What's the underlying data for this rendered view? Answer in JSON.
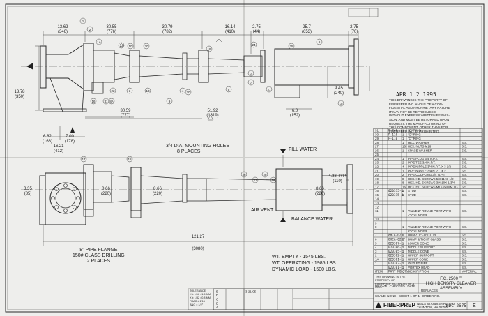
{
  "dims_top": [
    "13.62",
    "(346)",
    "30.55",
    "(776)",
    "30.79",
    "(782)",
    "16.14",
    "(410)",
    "2.75",
    "(44)",
    "25.7",
    "(653)",
    "2.75",
    "(70)"
  ],
  "dims_left": [
    "13.78",
    "(350)",
    "6.62",
    "(168)",
    "7.00",
    "(178)",
    "16.21",
    "(412)"
  ],
  "dims_mid": [
    "30.59",
    "(777)",
    "51.92",
    "(1319)",
    "6.0",
    "(152)",
    "9.45",
    "(240)"
  ],
  "dims_lower": [
    "3.35",
    "(85)",
    "8.66",
    "(220)",
    "8.66",
    "(220)",
    "8.66",
    "(220)",
    "4.33 TYP.",
    "(110)",
    "121.27",
    "(3080)"
  ],
  "labels": {
    "mounting_holes": "3/4 DIA. MOUNTING HOLES",
    "mounting_places": "8 PLACES",
    "fill_water": "FILL WATER",
    "air_vent": "AIR VENT",
    "balance_water": "BALANCE WATER",
    "flange_1": "8\" PIPE FLANGE",
    "flange_2": "150# CLASS DRILLING",
    "flange_3": "2 PLACES",
    "wt_empty": "WT. EMPTY - 1545 LBS.",
    "wt_operating": "WT. OPERATING - 1985 LBS.",
    "dynamic_load": "DYNAMIC LOAD - 1500 LBS."
  },
  "stamp": "APR 1 2 1995",
  "proprietary": [
    "THIS DRAWING IS THE PROPERTY OF",
    "FIBERPREP INC. AND IS OF A CON-",
    "FIDENTIAL AND PROPRIETARY NATURE",
    "IT MAY NOT BE REPRODUCED",
    "WITHOUT EXPRESS WRITTEN PERMIS-",
    "SION, AND MUST BE RETURNED UPON",
    "REQUEST. THE MANUFACTURING OF",
    "THIS COMPONENT, OTHER THAN FOR",
    "FIBERPREP INC. IS PROHIBITED."
  ],
  "bom": [
    [
      "31",
      "",
      "P-240",
      "1",
      "\"O\" RING",
      ""
    ],
    [
      "30",
      "",
      "P-110",
      "1",
      "\"O\" RING",
      ""
    ],
    [
      "29",
      "",
      "P-110",
      "1",
      "\"O\" RING",
      ""
    ],
    [
      "28",
      "",
      "",
      "1",
      "HEX. WASHER",
      "S.S."
    ],
    [
      "27",
      "",
      "",
      "16",
      "HEX. NUTS M16",
      "S.S."
    ],
    [
      "26",
      "",
      "",
      "1",
      "SPACE WASHER",
      "S.S."
    ],
    [
      "25",
      "",
      "",
      "",
      "",
      ""
    ],
    [
      "24",
      "",
      "",
      "1",
      "PIPE PLUG 3/4 N.P.T.",
      "S.S."
    ],
    [
      "23",
      "",
      "",
      "2",
      "PIPE TEE 3/4 N.P.T.",
      "S.S."
    ],
    [
      "22",
      "",
      "",
      "4",
      "PIPE NIPPLE 3/4 N.P.T. X 3 1/2",
      "S.S."
    ],
    [
      "21",
      "",
      "",
      "1",
      "PIPE NIPPLE 3/4 N.P.T. X 2",
      "S.S."
    ],
    [
      "20",
      "",
      "",
      "2",
      "PIPE COUPLING 3/4 N.P.T.",
      "S.S."
    ],
    [
      "19",
      "",
      "",
      "8",
      "HEX. HD. SCREWS 5/8-11X1 1/2",
      "S.S."
    ],
    [
      "18",
      "",
      "",
      "8",
      "HEX. HD. SCREWS 3/4-10X 1 3/4",
      "S.S."
    ],
    [
      "17",
      "",
      "",
      "16",
      "HEX. HD. SCREWS M16X50MM LG.",
      "S.S."
    ],
    [
      "16",
      "",
      "020315-4",
      "1",
      "STUD",
      "S.S."
    ],
    [
      "15",
      "",
      "020315-4",
      "1",
      "STUD",
      "S.S."
    ],
    [
      "14",
      "",
      "",
      "",
      "",
      ""
    ],
    [
      "13",
      "",
      "",
      "",
      "",
      ""
    ],
    [
      "12",
      "",
      "",
      "",
      "",
      ""
    ],
    [
      "11",
      "",
      "",
      "1",
      "VALVE 2\" ROUND PORT WITH",
      "S.S."
    ],
    [
      "",
      "",
      "",
      "",
      "4\" CYLINDER",
      ""
    ],
    [
      "10",
      "",
      "",
      "",
      "",
      ""
    ],
    [
      "9",
      "",
      "",
      "",
      "",
      ""
    ],
    [
      "8",
      "",
      "",
      "1",
      "VALVE 6\" ROUND PORT WITH",
      "S.S."
    ],
    [
      "",
      "",
      "",
      "",
      "6\" CYLINDER",
      ""
    ],
    [
      "7",
      "",
      "8HCA-0231",
      "1",
      "DUMP DEFLECTOR",
      "S.S."
    ],
    [
      "6",
      "",
      "8HCA-0237",
      "1",
      "DUMP & TIGHT GLASS",
      "S.S."
    ],
    [
      "5",
      "",
      "020307-1",
      "1",
      "LOWER CONE",
      "S.S."
    ],
    [
      "4",
      "",
      "020306-1",
      "1",
      "MIDDLE SUPPORT",
      "S.S."
    ],
    [
      "3",
      "",
      "020305-1",
      "1",
      "MIDDLE CONE",
      "S.S."
    ],
    [
      "2",
      "",
      "020302-1",
      "1",
      "UPPER SUPPORT",
      "S.S."
    ],
    [
      "1A",
      "",
      "020301-1",
      "1",
      "UPPER CONE",
      "S.S."
    ],
    [
      "1",
      "",
      "020303-1",
      "1",
      "OUTLET PIPE",
      "S.S."
    ],
    [
      "",
      "",
      "020301-1",
      "1",
      "VORTEX HEAD",
      "S.S."
    ]
  ],
  "bom_header": [
    "ITEM",
    "",
    "PART NO.",
    "QTY",
    "DESCRIPTION",
    "MATERIAL"
  ],
  "title_block": {
    "tm": "TM",
    "product": "F.C. 2500",
    "title_1": "HIGH DENSITY CLEANER",
    "title_2": "ASSEMBLY",
    "company": "FIBERPREP",
    "address_1": "NEILS STANDISH RD. P.O.",
    "address_2": "TAUNTON, MA 02780",
    "drawing_no": "HDC-2675",
    "rev": "E",
    "scale": "SCALE: NONE",
    "sheet": "SHEET 1 OF 1",
    "replaces": "REPLACES",
    "drawn_by": "DRAWN",
    "checked": "CHECKED",
    "date": "DATE",
    "order_no": "ORDER NO."
  },
  "revisions": [
    [
      "E",
      "",
      "",
      "3-21-95",
      ""
    ],
    [
      "D",
      "",
      "",
      "",
      ""
    ],
    [
      "C",
      "",
      "",
      "",
      ""
    ],
    [
      "B",
      "",
      "",
      "",
      ""
    ],
    [
      "A",
      "",
      "",
      "",
      ""
    ]
  ],
  "tolerances": [
    "TOLERANCE",
    "X  ± 1/16 ±1.5 MM",
    "X  ± 1/32 ±0.8 MM",
    "FRAC ± 1/16",
    "ANG ± 1/2°"
  ],
  "callouts": [
    "1",
    "2",
    "3",
    "4",
    "5",
    "6",
    "7",
    "9",
    "10",
    "13",
    "14",
    "15",
    "16",
    "17",
    "18",
    "19",
    "20",
    "21",
    "22",
    "23",
    "24",
    "25",
    "26",
    "27",
    "28",
    "29",
    "30",
    "31",
    "1A",
    "8A"
  ]
}
